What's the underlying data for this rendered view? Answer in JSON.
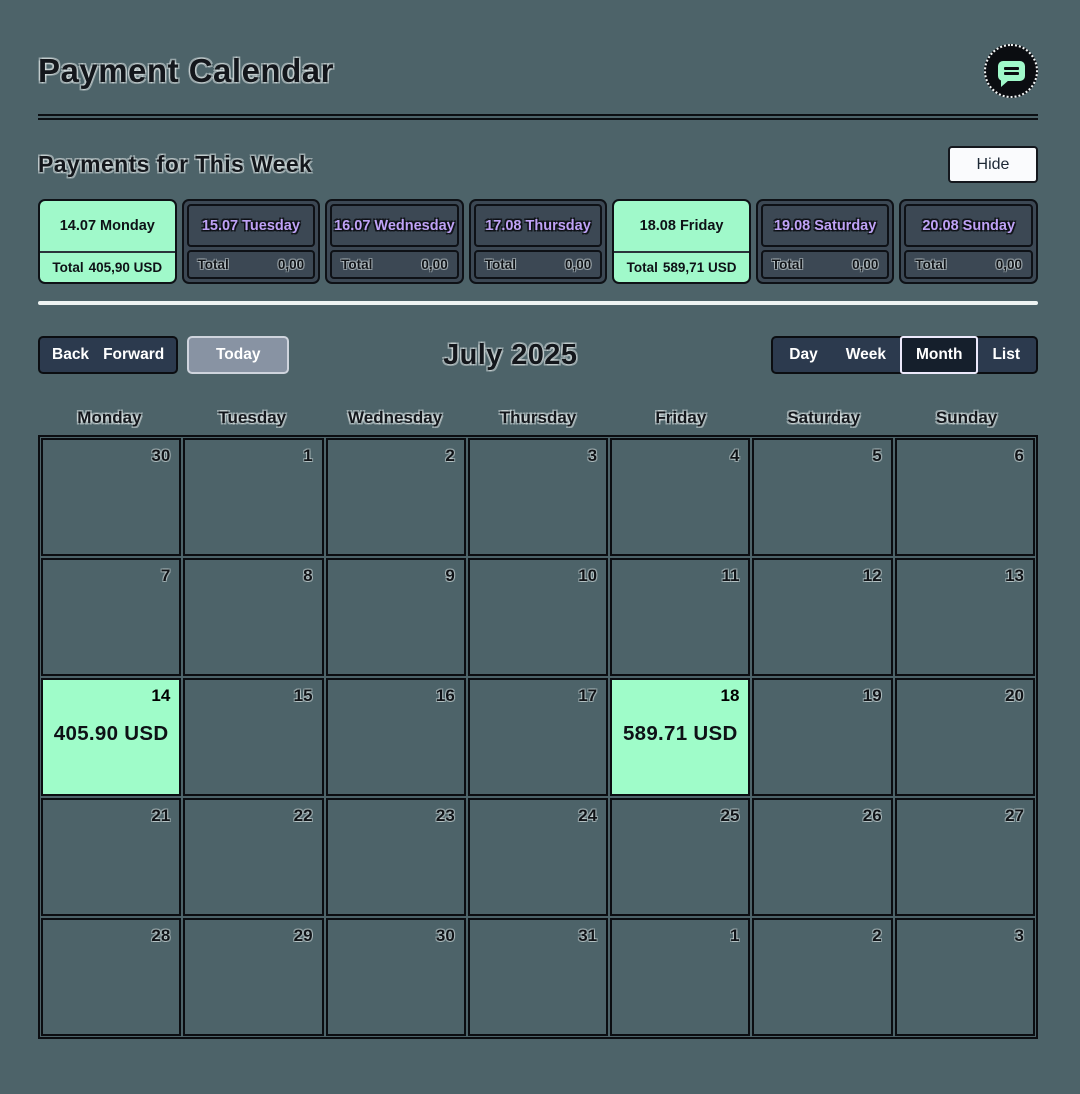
{
  "header": {
    "title": "Payment Calendar",
    "chat_icon": "chat-bubble-icon"
  },
  "week_panel": {
    "title": "Payments for This Week",
    "hide_button": "Hide",
    "cards": [
      {
        "date": "14.07 Monday",
        "total_label": "Total",
        "amount": "405,90 USD",
        "highlighted": true
      },
      {
        "date": "15.07 Tuesday",
        "total_label": "Total",
        "amount": "0,00",
        "highlighted": false
      },
      {
        "date": "16.07 Wednesday",
        "total_label": "Total",
        "amount": "0,00",
        "highlighted": false
      },
      {
        "date": "17.08 Thursday",
        "total_label": "Total",
        "amount": "0,00",
        "highlighted": false
      },
      {
        "date": "18.08 Friday",
        "total_label": "Total",
        "amount": "589,71 USD",
        "highlighted": true
      },
      {
        "date": "19.08 Saturday",
        "total_label": "Total",
        "amount": "0,00",
        "highlighted": false
      },
      {
        "date": "20.08 Sunday",
        "total_label": "Total",
        "amount": "0,00",
        "highlighted": false
      }
    ]
  },
  "toolbar": {
    "back_label": "Back",
    "forward_label": "Forward",
    "today_label": "Today",
    "month_title": "July 2025",
    "views": [
      "Day",
      "Week",
      "Month",
      "List"
    ],
    "active_view": "Month"
  },
  "calendar": {
    "weekdays": [
      "Monday",
      "Tuesday",
      "Wednesday",
      "Thursday",
      "Friday",
      "Saturday",
      "Sunday"
    ],
    "weeks": [
      [
        {
          "day": "30"
        },
        {
          "day": "1"
        },
        {
          "day": "2"
        },
        {
          "day": "3"
        },
        {
          "day": "4"
        },
        {
          "day": "5"
        },
        {
          "day": "6"
        }
      ],
      [
        {
          "day": "7"
        },
        {
          "day": "8"
        },
        {
          "day": "9"
        },
        {
          "day": "10"
        },
        {
          "day": "11"
        },
        {
          "day": "12"
        },
        {
          "day": "13"
        }
      ],
      [
        {
          "day": "14",
          "amount": "405.90 USD",
          "highlighted": true
        },
        {
          "day": "15"
        },
        {
          "day": "16"
        },
        {
          "day": "17"
        },
        {
          "day": "18",
          "amount": "589.71 USD",
          "highlighted": true
        },
        {
          "day": "19"
        },
        {
          "day": "20"
        }
      ],
      [
        {
          "day": "21"
        },
        {
          "day": "22"
        },
        {
          "day": "23"
        },
        {
          "day": "24"
        },
        {
          "day": "25"
        },
        {
          "day": "26"
        },
        {
          "day": "27"
        }
      ],
      [
        {
          "day": "28"
        },
        {
          "day": "29"
        },
        {
          "day": "30"
        },
        {
          "day": "31"
        },
        {
          "day": "1"
        },
        {
          "day": "2"
        },
        {
          "day": "3"
        }
      ]
    ]
  },
  "colors": {
    "background": "#4d6369",
    "highlight_green": "#a0f9ca",
    "accent_purple": "#bfa2f6",
    "button_navy": "#2c3a4e",
    "card_dark": "#3c4854",
    "today_gray": "#8893a3"
  }
}
